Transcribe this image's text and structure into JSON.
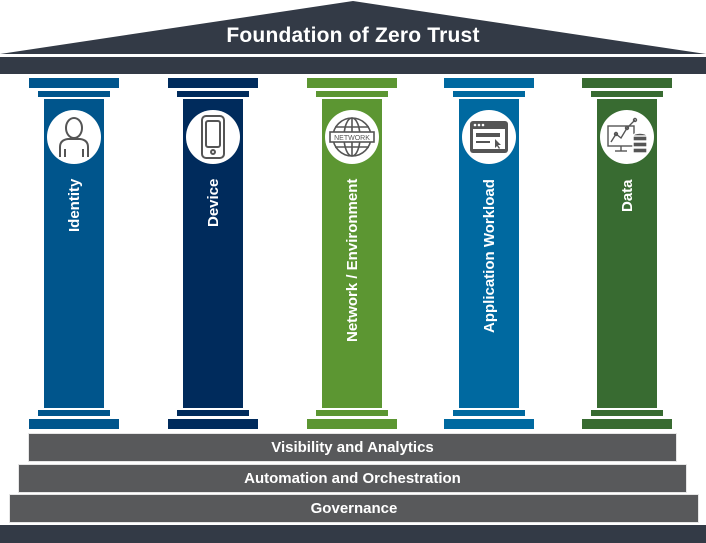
{
  "title": "Foundation of Zero Trust",
  "pillars": [
    {
      "label": "Identity",
      "icon": "person-icon",
      "color": "#00558c"
    },
    {
      "label": "Device",
      "icon": "mobile-device-icon",
      "color": "#002b5c"
    },
    {
      "label": "Network / Environment",
      "icon": "network-globe-icon",
      "icon_text": "NETWORK",
      "color": "#5c9632"
    },
    {
      "label": "Application Workload",
      "icon": "application-window-icon",
      "color": "#0069a0"
    },
    {
      "label": "Data",
      "icon": "data-analytics-icon",
      "color": "#386b31"
    }
  ],
  "foundation_layers": [
    "Visibility and Analytics",
    "Automation and Orchestration",
    "Governance"
  ],
  "colors": {
    "roof": "#333a46",
    "steps": "#58595b"
  }
}
